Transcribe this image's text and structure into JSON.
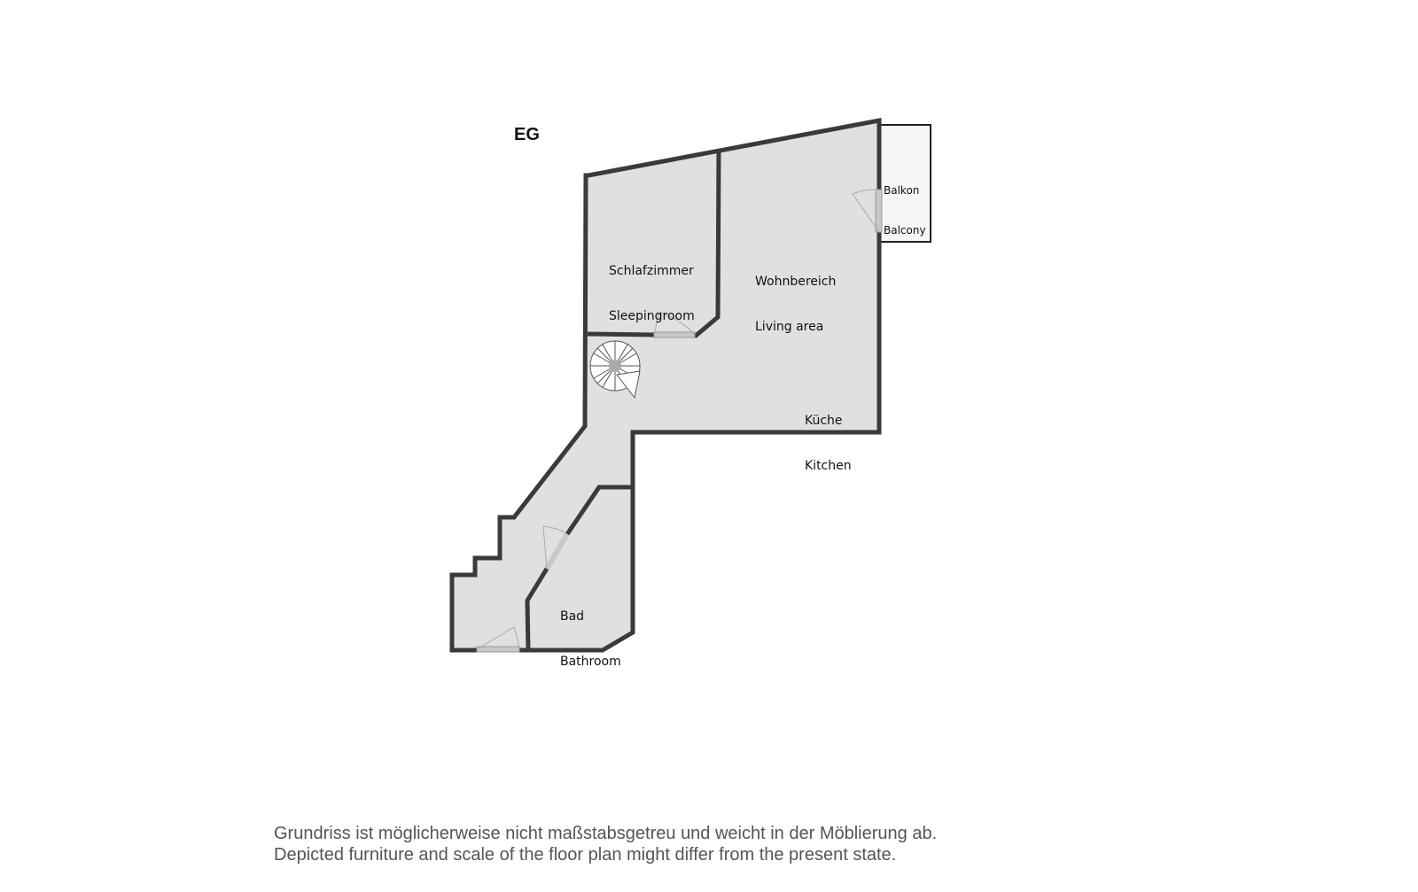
{
  "floor": {
    "label": "EG"
  },
  "rooms": [
    {
      "id": "sleeping",
      "line1": "Schlafzimmer",
      "line2": "Sleepingroom"
    },
    {
      "id": "living",
      "line1": "Wohnbereich",
      "line2": "Living area"
    },
    {
      "id": "balcony",
      "line1": "Balkon",
      "line2": "Balcony"
    },
    {
      "id": "kitchen",
      "line1": "Küche",
      "line2": "Kitchen"
    },
    {
      "id": "bathroom",
      "line1": "Bad",
      "line2": "Bathroom"
    }
  ],
  "disclaimer": {
    "line1": "Grundriss ist möglicherweise nicht maßstabsgetreu und weicht in der Möblierung ab.",
    "line2": "Depicted furniture and scale of the floor plan might differ from the present state."
  },
  "colors": {
    "wall": "#3a3a3a",
    "floor_fill": "#e0e0e0",
    "balcony_fill": "#f6f6f6",
    "text": "#111111",
    "disclaimer_text": "#555555"
  }
}
